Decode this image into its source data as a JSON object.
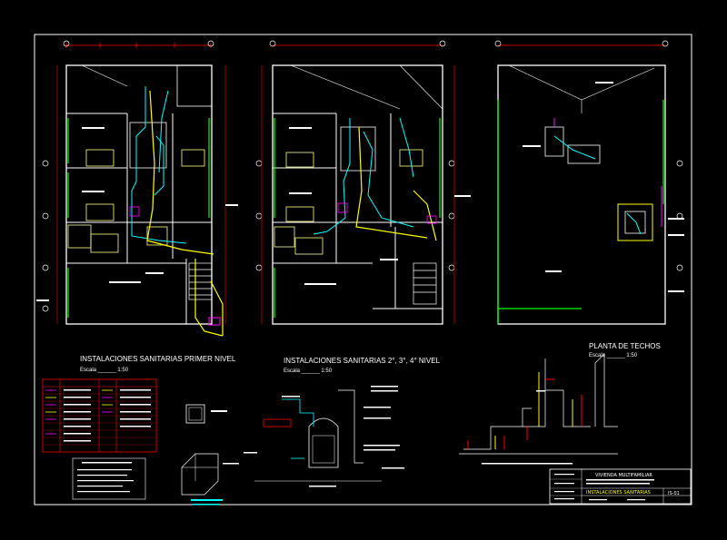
{
  "drawing": {
    "plan_titles": {
      "first_floor": "INSTALACIONES SANITARIAS PRIMER NIVEL",
      "upper_floors": "INSTALACIONES SANITARIAS 2°, 3°, 4° NIVEL",
      "roof": "PLANTA DE TECHOS"
    },
    "scales": {
      "first_floor": "Escala ______ 1:50",
      "upper_floors": "Escala ______ 1:50",
      "roof": "Escala ______ 1:50"
    },
    "title_block": {
      "project": "VIVIENDA MULTIFAMILIAR",
      "sheet_name": "INSTALACIONES SANITARIAS",
      "sheet_number": "IS-01"
    }
  },
  "colors": {
    "background": "#000000",
    "border": "#ffffff",
    "wall": "#ffffff",
    "grid": "#ff0000",
    "water": "#00ffff",
    "drain": "#ffff00",
    "vent": "#00ff00",
    "furniture": "#ffff88"
  }
}
